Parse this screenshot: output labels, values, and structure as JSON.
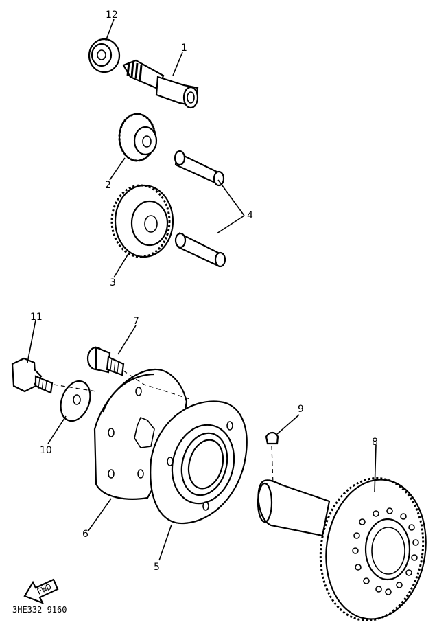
{
  "diagram": {
    "code": "3HE332-9160",
    "fwd_label": "FWD",
    "callouts": [
      {
        "id": "1",
        "text": "1"
      },
      {
        "id": "2",
        "text": "2"
      },
      {
        "id": "3",
        "text": "3"
      },
      {
        "id": "4",
        "text": "4"
      },
      {
        "id": "5",
        "text": "5"
      },
      {
        "id": "6",
        "text": "6"
      },
      {
        "id": "7",
        "text": "7"
      },
      {
        "id": "8",
        "text": "8"
      },
      {
        "id": "9",
        "text": "9"
      },
      {
        "id": "10",
        "text": "10"
      },
      {
        "id": "11",
        "text": "11"
      },
      {
        "id": "12",
        "text": "12"
      }
    ]
  }
}
